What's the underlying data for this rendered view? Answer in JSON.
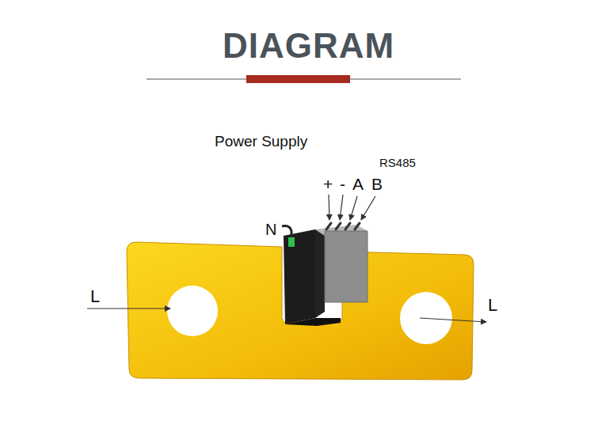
{
  "diagram": {
    "title": "DIAGRAM",
    "labels": [
      "Power Supply",
      "RS485",
      "+",
      "-",
      "A",
      "B",
      "N",
      "L",
      "L"
    ]
  }
}
